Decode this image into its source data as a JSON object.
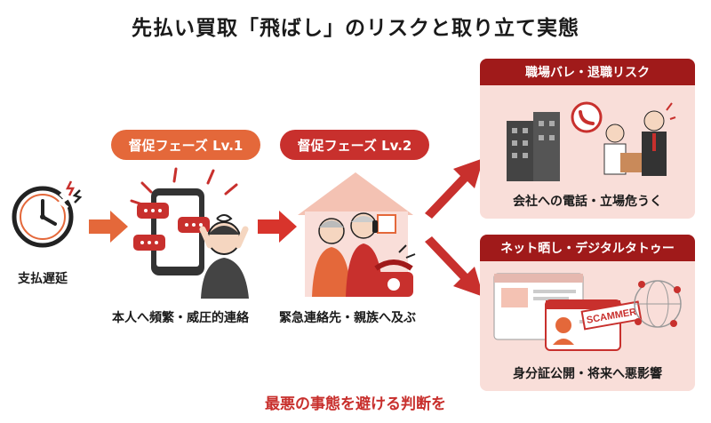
{
  "title": "先払い買取「飛ばし」のリスクと取り立て実態",
  "steps": {
    "delay": {
      "caption": "支払遅延"
    },
    "phase1": {
      "label": "督促フェーズ Lv.1",
      "caption": "本人へ頻繁・威圧的連絡"
    },
    "phase2": {
      "label": "督促フェーズ Lv.2",
      "caption": "緊急連絡先・親族へ及ぶ"
    }
  },
  "risks": [
    {
      "title": "職場バレ・退職リスク",
      "caption": "会社への電話・立場危うく"
    },
    {
      "title": "ネット晒し・デジタルタトゥー",
      "caption": "身分証公開・将来へ悪影響",
      "stamp": "SCAMMER"
    }
  ],
  "footer": "最悪の事態を避ける判断を",
  "colors": {
    "accent_red": "#c8302d",
    "accent_orange": "#e4683a",
    "dark_red": "#a01a1a",
    "card_bg": "#f9ded9"
  }
}
